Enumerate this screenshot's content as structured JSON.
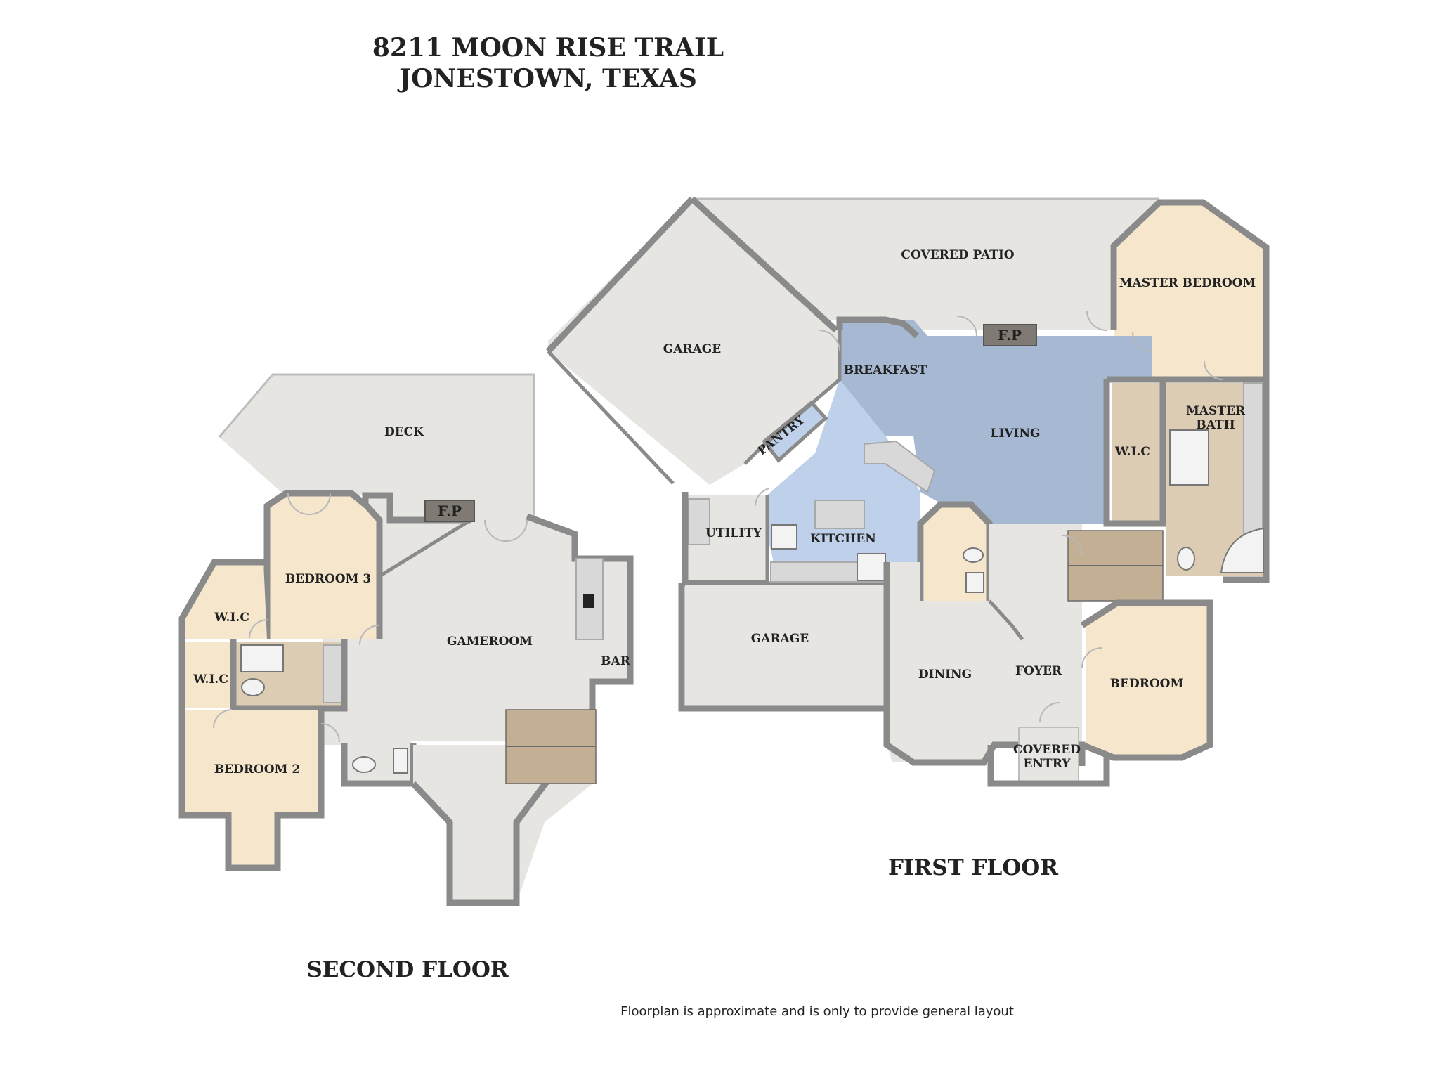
{
  "header": {
    "line1": "8211 MOON RISE TRAIL",
    "line2": "JONESTOWN, TEXAS"
  },
  "first_floor": {
    "label": "FIRST FLOOR",
    "rooms": {
      "covered_patio": "COVERED PATIO",
      "master_bedroom": "MASTER BEDROOM",
      "garage_top": "GARAGE",
      "breakfast": "BREAKFAST",
      "living": "LIVING",
      "pantry": "PANTRY",
      "wic": "W.I.C",
      "master_bath_1": "MASTER",
      "master_bath_2": "BATH",
      "utility": "UTILITY",
      "kitchen": "KITCHEN",
      "garage_bottom": "GARAGE",
      "dining": "DINING",
      "foyer": "FOYER",
      "bedroom": "BEDROOM",
      "covered_entry_1": "COVERED",
      "covered_entry_2": "ENTRY"
    },
    "fireplace": "F.P"
  },
  "second_floor": {
    "label": "SECOND FLOOR",
    "rooms": {
      "deck": "DECK",
      "bedroom3": "BEDROOM 3",
      "wic_top": "W.I.C",
      "wic_bottom": "W.I.C",
      "gameroom": "GAMEROOM",
      "bar": "BAR",
      "bedroom2": "BEDROOM 2"
    },
    "fireplace": "F.P"
  },
  "footer": {
    "note": "Floorplan is approximate and is only to provide general layout"
  },
  "colors": {
    "wall": "#8a8a8a",
    "grey_room": "#e6e5e1",
    "bedroom_tan": "#f5e6cc",
    "living_blue": "#a7b8d2",
    "kitchen_blue": "#bed0ea"
  }
}
